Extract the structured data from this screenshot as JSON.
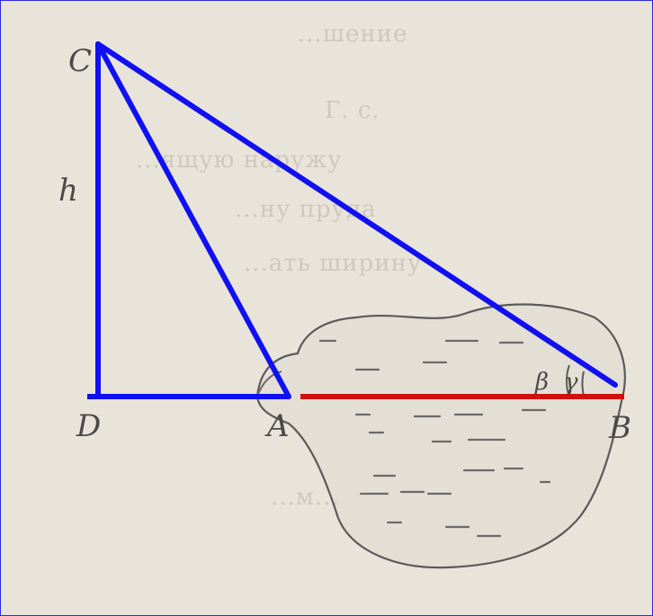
{
  "labels": {
    "C": "C",
    "h": "h",
    "D": "D",
    "A": "A",
    "B": "B",
    "beta": "β",
    "gamma": "γ"
  },
  "background_text": [
    "...шение",
    "Г. с.",
    "...ящую наружу",
    "...ну пруда",
    "...ать ширину",
    "...м..."
  ],
  "colors": {
    "background": "#e9e4da",
    "frame_border": "#2a2adf",
    "triangle_lines": "#1010f0",
    "base_segment": "#d01010",
    "sketch": "#5a5a5a"
  }
}
